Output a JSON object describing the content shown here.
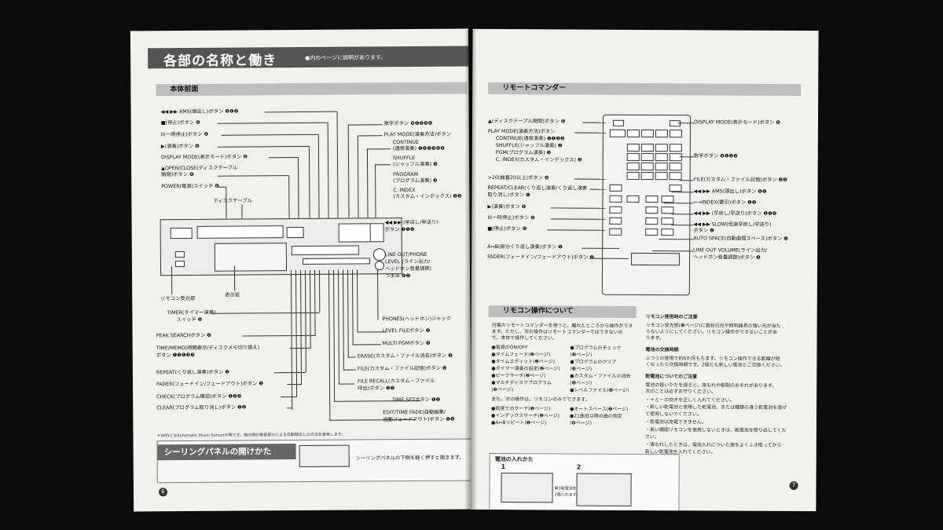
{
  "left_page": {
    "banner_title": "各部の名称と働き",
    "banner_note": "●内のページに説明があります。",
    "section_title": "本体前面",
    "labels_left": [
      "◀◀ ▶▶ AMS(頭出し)ボタン ❺❶❷",
      "■(停止)ボタン ❻",
      "II(一時停止)ボタン ❻",
      "▶(演奏)ボタン ❻",
      "DISPLAY MODE(表示モード)ボタン ❽",
      "▲OPEN/CLOSE(ディスクテーブル",
      "開閉)ボタン ❻",
      "POWER(電源)スイッチ ❻"
    ],
    "labels_right": [
      "数字ボタン ❽❶❷❸❹",
      "PLAY MODE(演奏方法)ボタン",
      "CONTINUE",
      "(通常演奏) ❶❶❷❸❹❺",
      "SHUFFLE",
      "(シャッフル演奏) ❷",
      "PROGRAM",
      "(プログラム演奏) ❸",
      "C. INDEX",
      "(カスタム・インデックス) ❷❸"
    ],
    "disc_table_label": "ディスクテーブル",
    "ffrew_label_1": "◀◀ ▶▶ (早戻し/早送り)",
    "ffrew_label_2": "ボタン ❶❶❷",
    "lineout_1": "LINE OUT/PHONE",
    "lineout_2": "LEVEL (ライン出力/",
    "lineout_3": "ヘッドホン音量調節)",
    "lineout_4": "つまみ ❷❷",
    "remote_sensor": "リモコン受光部",
    "display_window": "表示窓",
    "bottom_labels_left": [
      "TIMER(タイマー演奏)",
      "スイッチ ❷",
      "PEAK SEARCHボタン ❷",
      "TIME/MEMO(時間表示/ディスクメモ切り換え)",
      "ボタン ❶❶❶❸❸",
      "REPEAT(くり返し演奏)ボタン ❶",
      "FADER(フェードイン/フェードアウト)ボタン ❶",
      "CHECK(プログラム確認)ボタン ❶❷❸",
      "CLEAR(プログラム取り消し)ボタン ❶❷"
    ],
    "bottom_labels_right": [
      "PHONES(ヘッドホン)ジャック",
      "LEVEL FILEボタン ❷",
      "MULTI PGMボタン ❷",
      "ERASE(カスタム・ファイル消去)ボタン ❷",
      "FILE(カスタム・ファイル記憶)ボタン ❷",
      "FILE RECALL(カスタム・ファイル",
      "呼出)ボタン ❷❷",
      "TIME SETボタン ❶❷",
      "EDIT/TIME FADE(自動編集/",
      "自動フェードアウト)ボタン ❶❷"
    ],
    "footnote": "＊AMSとはAutomatic Music Sensorの略です。曲の間の無音部分による自動頭出しの方法を意味します。",
    "panel_heading": "シーリングパネルの開けかた",
    "panel_text": "シーリングパネルの下側を軽く押すと開きます。",
    "page_number": "6"
  },
  "right_page": {
    "section_title": "リモートコマンダー",
    "labels_left": [
      "▲(ディスクテーブル開閉)ボタン ❻",
      "PLAY MODE(演奏方法)ボタン",
      "CONTINUE(通常演奏) ❶❶❷❸",
      "SHUFFLE(シャッフル演奏) ❷",
      "PGM(プログラム演奏) ❸",
      "C. INDEX(カスタム・インデックス) ❷",
      ">20(曲番20以上)ボタン ❽",
      "REPEAT/CLEAR(くり返し演奏/くり返し演奏",
      "取り消し)ボタン ❶",
      "▶(演奏)ボタン ❻",
      "II(一時停止)ボタン ❻",
      "■(停止)ボタン ❻",
      "A↔B(部分くり返し演奏)ボタン ❶",
      "FADER(フェードイン/フェードアウト)ボタン ❶"
    ],
    "labels_right": [
      "DISPLAY MODE(表示モード)ボタン ❽",
      "数字ボタン ❽❶❷❸",
      "FILE(カスタム・ファイル記憶)ボタン ❷❷",
      "◀◀ ▶▶ AMS(頭出し)ボタン ❺❶",
      "←→INDEX(索引)ボタン ❶❷",
      "◀◀ ▶▶ (早戻し/早送り)ボタン ❶❶❷",
      "◀◀ ▶▶ SLOW(低速早戻し/早送り)",
      "ボタン ❶",
      "AUTO SPACE(自動曲間スペース)ボタン ❶",
      "LINE OUT VOLUME(ライン出力/",
      "ヘッドホン音量調節)ボタン ❷"
    ],
    "section2_title": "リモコン操作について",
    "intro": [
      "付属のリモートコマンダーを使うと、離れたところから操作ができ",
      "ます。ただし、次の操作はリモートコマンダーではできないの",
      "で、本体で操作してください。"
    ],
    "ops_col1": [
      "●電源のON/OFF",
      "●タイムフェード(❶ページ)",
      "●タイムエディット(❶ページ)",
      "●タイマー演奏の設定(❷ページ)",
      "●ピークサーチ(❷ページ)",
      "●マルチディスクプログラム",
      "  (❷ページ)"
    ],
    "ops_col2": [
      "●プログラムのチェック",
      "  (❸ページ)",
      "●プログラムのクリア",
      "  (❸ページ)",
      "●カスタム・ファイルの消去",
      "  (❷ページ)",
      "●レベルファイル(❷ページ)"
    ],
    "also": "また、次の操作は、リモコンのみでできます。",
    "ops2_col1": [
      "●低速でのサーチ(❶ページ)",
      "●インデックスサーチ(❶ページ)",
      "●A↔Bリピート(❶ページ)"
    ],
    "ops2_col2": [
      "●オートスペース(❶ページ)",
      "●21曲目以降の曲の指定",
      "  (❽ページ)"
    ],
    "caution_title": "リモコン使用時のご注意",
    "caution_text": [
      "リモコン受光部(❻ページ)に直射日光や照明器具の強い光が当た",
      "らないようにしてください。リモコン操作ができないことがあ",
      "ります。"
    ],
    "battery_swap_title": "電池の交換時期",
    "battery_swap_text": [
      "ふつうの使用で約6か月もちます。リモコン操作できる距離が短",
      "くなったら交換時期です。2個とも新しい電池とご交換ください。"
    ],
    "battery_note_title": "乾電池についてのご注意",
    "battery_note_intro": [
      "電池の扱いかたを誤ると、液もれや破裂のおそれがあります。",
      "次のことは必ずお守りください。"
    ],
    "battery_notes": [
      "・＋と－の向きを正しく入れてください。",
      "・新しい乾電池と使用した乾電池、または種類の違う乾電池を混ぜ",
      "  て使用しないでください。",
      "・乾電池は充電できません。",
      "・長い期間リモコンを使用しないときは、乾電池を取り出してくだ",
      "  さい。",
      "・液もれしたときは、電池入れについた液をよくふき取ってから",
      "  新しい乾電池を入れてください。"
    ],
    "battery_box_title": "電池の入れかた",
    "step1": "1",
    "step2": "2",
    "battery_caption_1": "単3乾電池を",
    "battery_caption_2": "2個入れます。",
    "page_number": "7"
  }
}
